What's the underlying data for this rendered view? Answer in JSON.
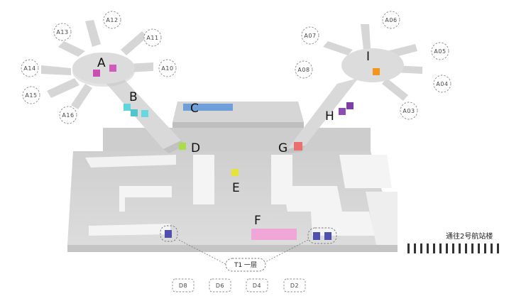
{
  "zones": {
    "a": "A",
    "b": "B",
    "c": "C",
    "d": "D",
    "e": "E",
    "f": "F",
    "g": "G",
    "h": "H",
    "i": "I"
  },
  "gates_left": [
    "A12",
    "A13",
    "A11",
    "A14",
    "A10",
    "A15",
    "A16"
  ],
  "gates_right": [
    "A06",
    "A07",
    "A05",
    "A08",
    "A04",
    "A03"
  ],
  "doors": [
    "D8",
    "D6",
    "D4",
    "D2"
  ],
  "floor_label": "T1 一层",
  "t2_link": "通往2号航站楼",
  "colors": {
    "magenta": "#c94fb0",
    "cyan": "#56cfd8",
    "blue": "#6f9fd8",
    "lime": "#a9dd4a",
    "yellow": "#e6e43a",
    "pink": "#f0a7d8",
    "red": "#ec6f70",
    "purple": "#7d3fa3",
    "orange": "#f3961e",
    "navy": "#4f4fb0",
    "floor": "#d8d8d8",
    "floor_top": "#c4c4c4"
  }
}
